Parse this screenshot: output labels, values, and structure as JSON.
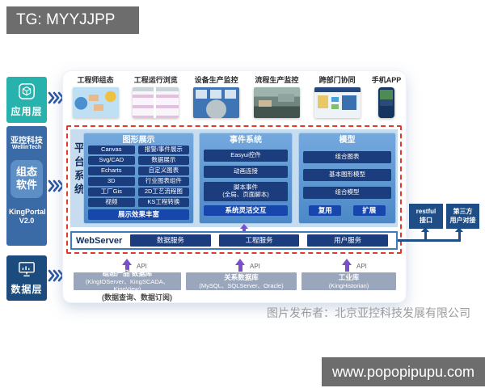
{
  "watermark_tg": "TG: MYYJJPP",
  "watermark_site": "www.popopipupu.com",
  "publisher": "图片发布者：北京亚控科技发展有限公司",
  "colors": {
    "app_layer_teal": "#28b2ae",
    "config_blue": "#3a6ba6",
    "data_navy": "#1c4b7d",
    "platform_light_blue": "#c8dcf0",
    "item_navy": "#1c3d7d",
    "footer_blue": "#1747ad",
    "red_dashed": "#e0392e",
    "api_purple": "#7a4fc9",
    "db_gray": "#9aa6bb",
    "tag_gray": "#6d6d6d"
  },
  "icons": {
    "app_layer": "cube-icon",
    "data_layer": "monitor-chart-icon",
    "flow": "triple-chevron-icon"
  },
  "sidebar": {
    "app_layer": {
      "label": "应用层"
    },
    "config_software": {
      "company": "亚控科技",
      "company_en": "WellinTech",
      "product": "组态软件",
      "version": "KingPortal V2.0"
    },
    "data_layer": {
      "label": "数据层"
    }
  },
  "app_row": [
    "工程师组态",
    "工程运行浏览",
    "设备生产监控",
    "流程生产监控",
    "跨部门协同",
    "手机APP"
  ],
  "platform": {
    "label": "平台系统",
    "graphics": {
      "title": "图形展示",
      "left_items": [
        "Canvas",
        "Svg/CAD",
        "Echarts",
        "3D",
        "工厂Gis",
        "视频"
      ],
      "right_items": [
        "报警/事件展示",
        "数据展示",
        "自定义图表",
        "行业图表组件",
        "2D工艺流程图",
        "KS工程转换"
      ],
      "footer": "展示效果丰富"
    },
    "events": {
      "title": "事件系统",
      "items": [
        {
          "line1": "Easyui控件",
          "line2": ""
        },
        {
          "line1": "动画连接",
          "line2": ""
        },
        {
          "line1": "脚本事件",
          "line2": "(全局、页面脚本)"
        }
      ],
      "footer": "系统灵活交互"
    },
    "models": {
      "title": "模型",
      "items": [
        "组合图表",
        "基本图形模型",
        "组合模型"
      ],
      "buttons": [
        "复用",
        "扩展"
      ]
    },
    "webserver": {
      "label": "WebServer",
      "services": [
        "数据服务",
        "工程服务",
        "用户服务"
      ]
    }
  },
  "right_boxes": [
    {
      "line1": "restful",
      "line2": "接口"
    },
    {
      "line1": "第三方",
      "line2": "用户对接"
    }
  ],
  "api_label": "API",
  "data_sources": [
    {
      "title": "组态产品 数据库",
      "subtitle": "(KingIOServer、KingSCADA、KingView)"
    },
    {
      "title": "关系数据库",
      "subtitle": "(MySQL、SQLServer、Oracle)"
    },
    {
      "title": "工业库",
      "subtitle": "(KingHistorian)"
    }
  ],
  "data_note": "(数据查询、数据订阅)"
}
